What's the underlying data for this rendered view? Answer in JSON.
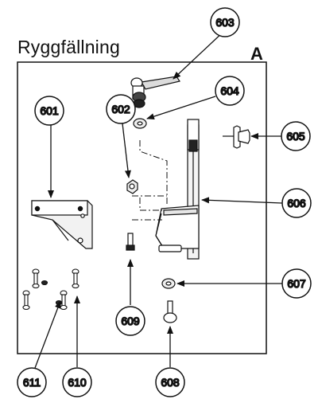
{
  "title": "Ryggfällning",
  "panel_letter": "A",
  "callouts": [
    "601",
    "602",
    "603",
    "604",
    "605",
    "606",
    "607",
    "608",
    "609",
    "610",
    "611"
  ]
}
